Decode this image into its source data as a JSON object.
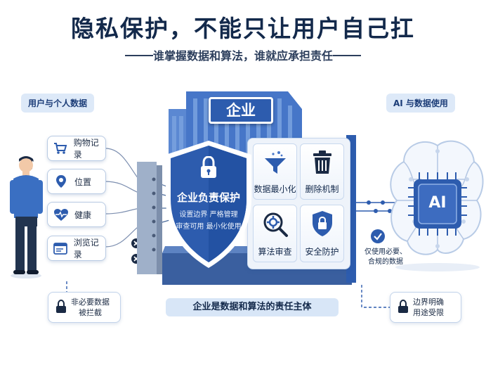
{
  "title": "隐私保护，不能只让用户自己扛",
  "subtitle": "谁掌握数据和算法，谁就应承担责任",
  "left_panel": {
    "label": "用户与个人数据",
    "items": [
      {
        "label": "购物记录",
        "icon": "shopping-cart-icon"
      },
      {
        "label": "位置",
        "icon": "location-pin-icon"
      },
      {
        "label": "健康",
        "icon": "heart-pulse-icon"
      },
      {
        "label": "浏览记录",
        "icon": "browser-window-icon"
      }
    ],
    "blocked_note": "非必要数据\n被拦截"
  },
  "enterprise": {
    "label": "企业",
    "shield_title": "企业负责保护",
    "shield_lines": [
      "设置边界  严格管理",
      "审查可用  最小化使用"
    ],
    "tiles": [
      {
        "label": "数据最小化",
        "icon": "funnel-icon"
      },
      {
        "label": "删除机制",
        "icon": "trash-icon"
      },
      {
        "label": "算法审查",
        "icon": "magnifier-gear-icon"
      },
      {
        "label": "安全防护",
        "icon": "shield-lock-icon"
      }
    ],
    "banner": "企业是数据和算法的责任主体"
  },
  "ai_panel": {
    "label": "AI 与数据使用",
    "chip": "AI",
    "check_note": "仅使用必要、\n合规的数据",
    "boundary_note": "边界明确\n用途受限"
  },
  "colors": {
    "navy": "#13294b",
    "brand_blue": "#2d5cae",
    "light_blue": "#dde9f8"
  }
}
